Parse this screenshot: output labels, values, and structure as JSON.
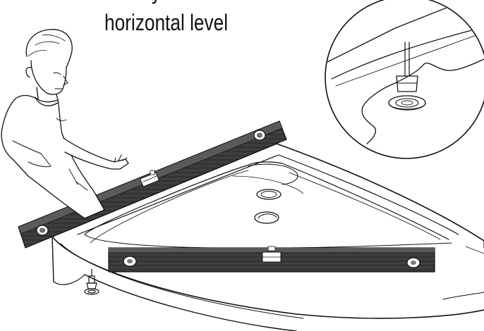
{
  "diagram": {
    "title_line_2": "horizontal level",
    "title_line_1_partial": "y",
    "colors": {
      "ink": "#111111",
      "level_bar": "#3a3a3a",
      "background": "#ffffff"
    },
    "icons": [
      "installer-figure",
      "spirit-level-diagonal",
      "spirit-level-horizontal",
      "shower-tray",
      "adjustable-foot",
      "detail-magnifier"
    ]
  }
}
